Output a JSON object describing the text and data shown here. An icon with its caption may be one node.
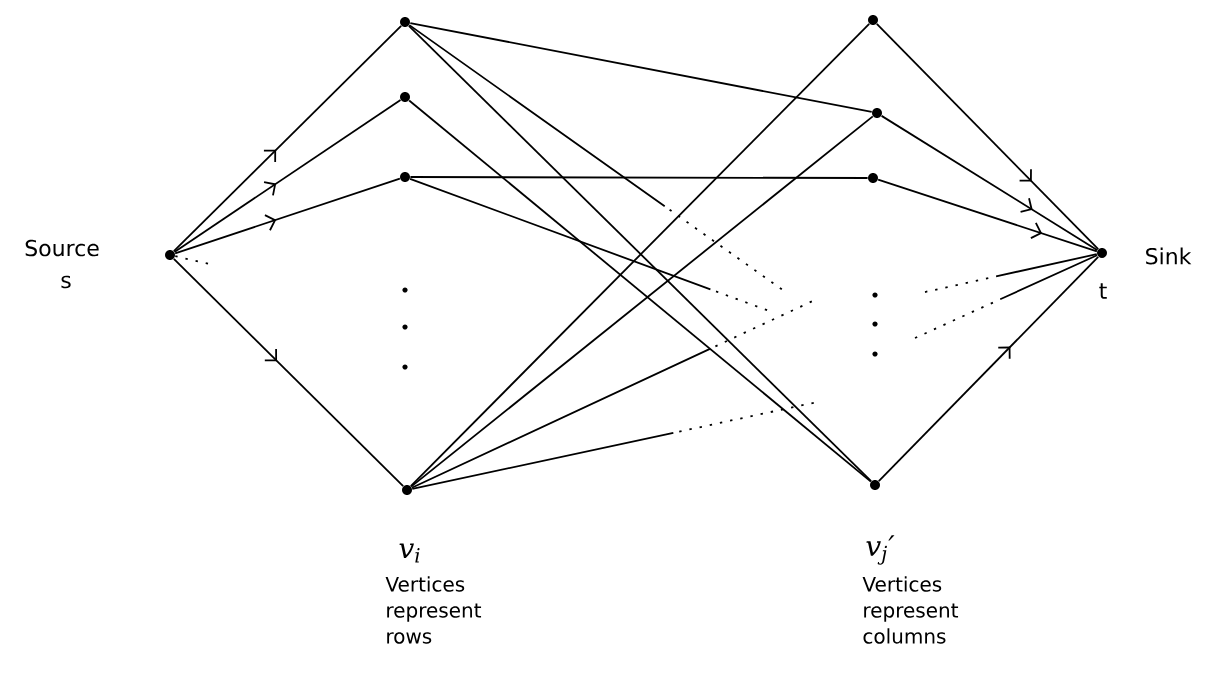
{
  "diagram": {
    "nodes": [
      {
        "text": [],
        "shape": "circle",
        "beside": [
          "Source",
          "s"
        ]
      },
      {
        "text": [],
        "shape": "circle"
      },
      {
        "text": [],
        "shape": "circle"
      },
      {
        "text": [],
        "shape": "circle"
      },
      {
        "text": [],
        "shape": "circle"
      },
      {
        "text": [],
        "shape": "circle"
      },
      {
        "text": [],
        "shape": "circle"
      },
      {
        "text": [],
        "shape": "circle"
      },
      {
        "text": [],
        "shape": "circle"
      },
      {
        "text": [],
        "shape": "circle",
        "beside": [
          "Sink",
          "t"
        ]
      }
    ],
    "edges": [
      {
        "from": 0,
        "to": 1,
        "arrow": "to"
      },
      {
        "from": 0,
        "to": 2,
        "arrow": "to"
      },
      {
        "from": 0,
        "to": 3,
        "arrow": "to"
      },
      {
        "from": 0,
        "to": 4,
        "arrow": "to"
      },
      {
        "from": 0,
        "to": null,
        "arrow": "none",
        "style": "dashed"
      },
      {
        "from": 1,
        "to": 6,
        "arrow": "none"
      },
      {
        "from": 1,
        "to": null,
        "arrow": "none",
        "style": "dashed"
      },
      {
        "from": 1,
        "to": 8,
        "arrow": "none"
      },
      {
        "from": 2,
        "to": 8,
        "arrow": "none"
      },
      {
        "from": 3,
        "to": 7,
        "arrow": "none"
      },
      {
        "from": 3,
        "to": null,
        "arrow": "none",
        "style": "dashed"
      },
      {
        "from": 4,
        "to": 5,
        "arrow": "none"
      },
      {
        "from": 4,
        "to": 6,
        "arrow": "none"
      },
      {
        "from": 4,
        "to": null,
        "arrow": "none",
        "style": "dashed"
      },
      {
        "from": 4,
        "to": null,
        "arrow": "none",
        "style": "dashed"
      },
      {
        "from": 5,
        "to": 9,
        "arrow": "to"
      },
      {
        "from": 6,
        "to": 9,
        "arrow": "to"
      },
      {
        "from": 7,
        "to": 9,
        "arrow": "to"
      },
      {
        "from": 8,
        "to": 9,
        "arrow": "to"
      },
      {
        "from": null,
        "to": 9,
        "arrow": "none",
        "style": "dashed"
      },
      {
        "from": null,
        "to": 9,
        "arrow": "none",
        "style": "dashed"
      }
    ],
    "labels": [
      "v$_{i}$",
      "Vertices represent rows",
      "v$_{j}$′",
      "Vertices represent columns"
    ]
  }
}
